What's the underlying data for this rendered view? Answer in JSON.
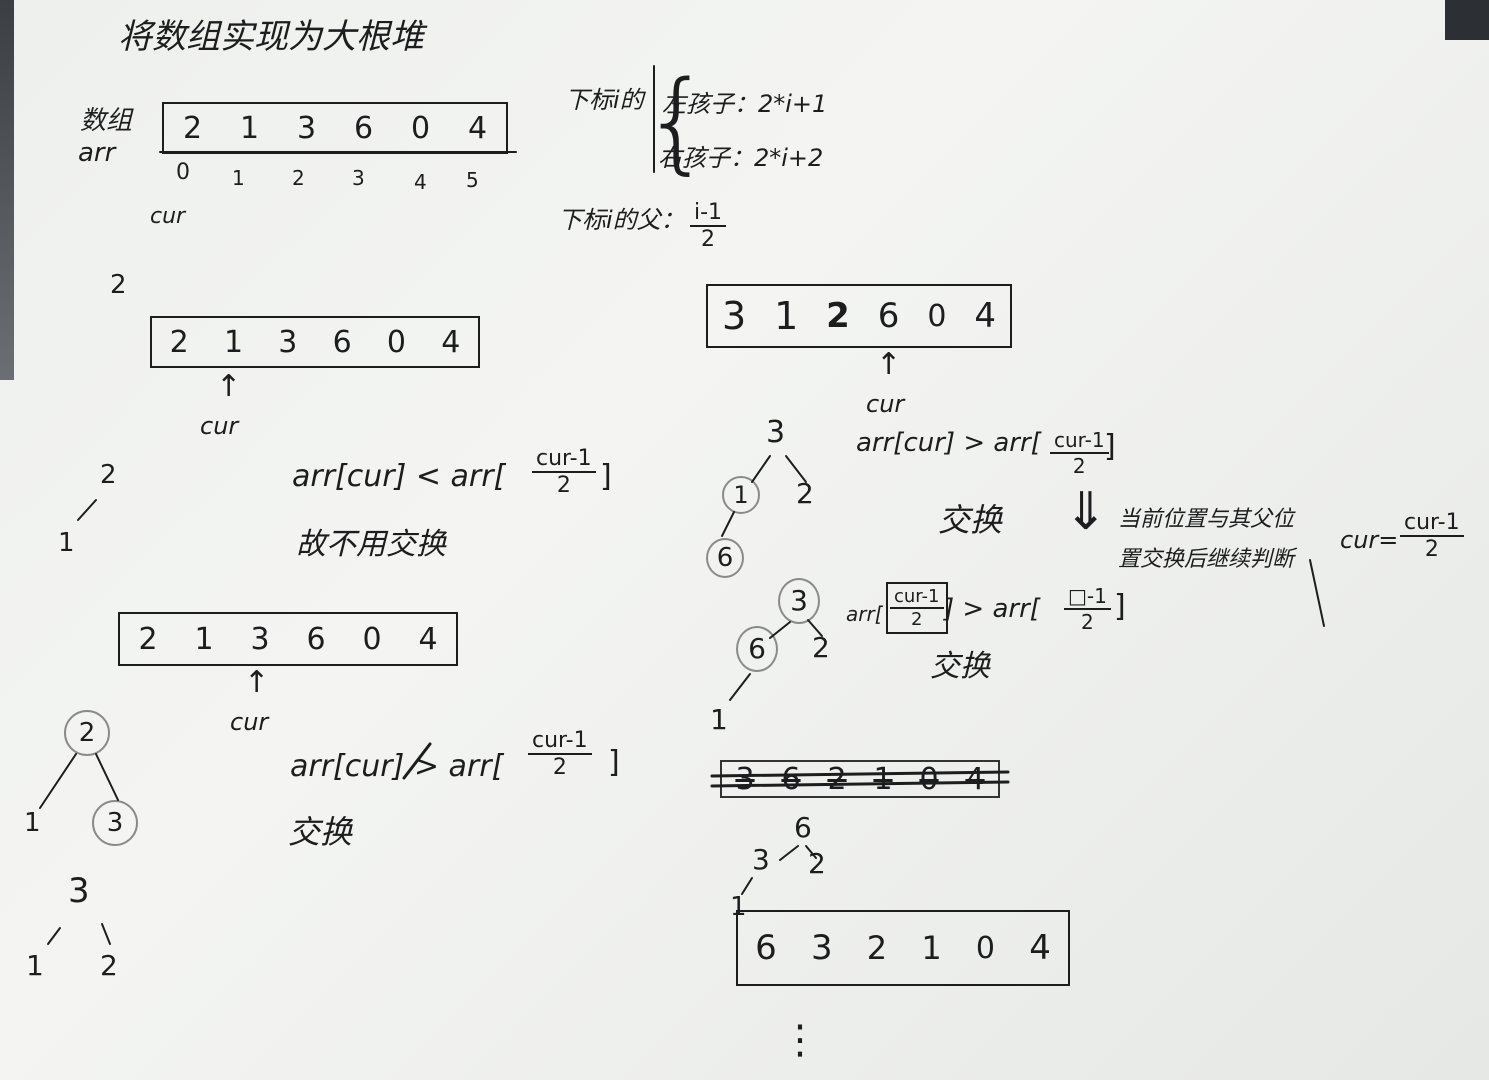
{
  "title": "将数组实现为大根堆",
  "array_label": {
    "line1": "数组",
    "line2": "arr"
  },
  "initial_array": {
    "values": [
      "2",
      "1",
      "3",
      "6",
      "0",
      "4"
    ],
    "indices": [
      "0",
      "1",
      "2",
      "3",
      "4",
      "5"
    ],
    "cur_label": "cur"
  },
  "child_index": {
    "heading": "下标i的",
    "left": "左孩子：2*i+1",
    "right": "右孩子：2*i+2"
  },
  "parent_index": {
    "heading": "下标i的父：",
    "num": "i-1",
    "den": "2"
  },
  "step1": {
    "label": "2",
    "array": [
      "2",
      "1",
      "3",
      "6",
      "0",
      "4"
    ],
    "cur_label": "cur",
    "tree_root": "2",
    "tree_child": "1",
    "cmp_left": "arr[cur] < arr[",
    "cmp_num": "cur-1",
    "cmp_den": "2",
    "cmp_close": "]",
    "note": "故不用交换"
  },
  "step2": {
    "array": [
      "2",
      "1",
      "3",
      "6",
      "0",
      "4"
    ],
    "cur_label": "cur",
    "tree": {
      "root": "2",
      "left": "1",
      "right": "3"
    },
    "cmp_left": "arr[cur] > arr[",
    "cmp_num": "cur-1",
    "cmp_den": "2",
    "cmp_close": "]",
    "note": "交换",
    "tree_after": {
      "root": "3",
      "left": "1",
      "right": "2"
    }
  },
  "step3": {
    "array": [
      "3",
      "1",
      "2",
      "6",
      "0",
      "4"
    ],
    "cur_label": "cur",
    "tree": {
      "root": "3",
      "left": "1",
      "right": "2",
      "leaf": "6"
    },
    "cmp_left": "arr[cur] > arr[",
    "cmp_num": "cur-1",
    "cmp_den": "2",
    "cmp_close": "]",
    "note": "交换",
    "arrow": "⇓",
    "explain": "当前位置与其父位置交换后继续判断",
    "assign_left": "cur=",
    "assign_num": "cur-1",
    "assign_den": "2"
  },
  "step4": {
    "tree": {
      "root": "3",
      "left": "6",
      "right": "2",
      "leaf": "1"
    },
    "cmp_left": "arr[",
    "inner_num": "cur-1",
    "inner_den": "2",
    "cmp_mid": "] > arr[",
    "cmp_num": "□-1",
    "cmp_den": "2",
    "cmp_close": "]",
    "note": "交换"
  },
  "step5": {
    "struck_array": [
      "3",
      "6",
      "2",
      "1",
      "0",
      "4"
    ],
    "tree": {
      "root": "6",
      "left": "3",
      "right": "2",
      "leaf": "1"
    },
    "final_array": [
      "6",
      "3",
      "2",
      "1",
      "0",
      "4"
    ],
    "ellipsis": "⋮"
  }
}
